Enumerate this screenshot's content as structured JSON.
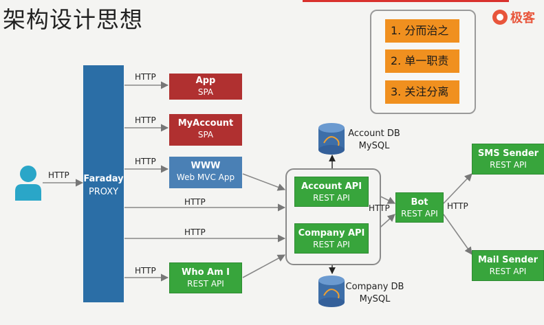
{
  "slide": {
    "title": "架构设计思想",
    "brand": "极客"
  },
  "principles": [
    "1. 分而治之",
    "2. 单一职责",
    "3. 关注分离"
  ],
  "user": {
    "icon": "user-icon",
    "edge_label": "HTTP"
  },
  "proxy": {
    "name": "Faraday",
    "sub": "PROXY"
  },
  "frontends": [
    {
      "name": "App",
      "sub": "SPA",
      "edge_label": "HTTP"
    },
    {
      "name": "MyAccount",
      "sub": "SPA",
      "edge_label": "HTTP"
    },
    {
      "name": "WWW",
      "sub": "Web MVC App",
      "edge_label": "HTTP"
    }
  ],
  "direct_edges": [
    "HTTP",
    "HTTP"
  ],
  "whoami": {
    "name": "Who Am I",
    "sub": "REST API",
    "edge_label": "HTTP"
  },
  "account_api": {
    "name": "Account API",
    "sub": "REST API"
  },
  "company_api": {
    "name": "Company API",
    "sub": "REST API"
  },
  "account_db": {
    "name": "Account DB",
    "sub": "MySQL",
    "icon": "mysql-icon"
  },
  "company_db": {
    "name": "Company DB",
    "sub": "MySQL",
    "icon": "mysql-icon"
  },
  "bot": {
    "name": "Bot",
    "sub": "REST API",
    "in_label": "HTTP",
    "out_label": "HTTP"
  },
  "sms": {
    "name": "SMS Sender",
    "sub": "REST API"
  },
  "mail": {
    "name": "Mail Sender",
    "sub": "REST API"
  },
  "colors": {
    "proxy": "#2b6ea6",
    "spa": "#b03030",
    "web": "#4a80b5",
    "rest": "#38a53c",
    "principle": "#f0901f",
    "user": "#2aa6c8"
  }
}
